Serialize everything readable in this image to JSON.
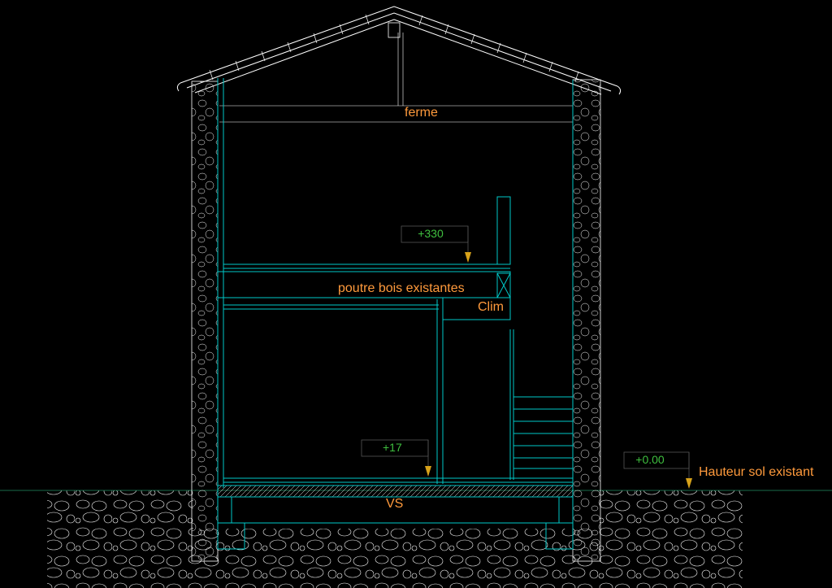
{
  "labels": {
    "ferme": "ferme",
    "poutre": "poutre bois existantes",
    "clim": "Clim",
    "vs": "VS",
    "hauteur_sol": "Hauteur sol existant"
  },
  "levels": {
    "upper": "+330",
    "lower": "+17",
    "ground": "+0.00"
  },
  "colors": {
    "background": "#000000",
    "structure": "#00c8c8",
    "labels": "#ff9a3c",
    "levels": "#3fbf3f",
    "marker": "#d7a21a",
    "hatch": "#ffffff"
  }
}
